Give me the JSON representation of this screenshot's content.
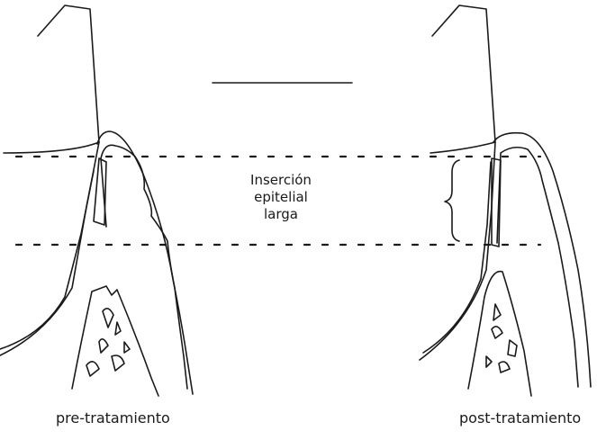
{
  "diagram": {
    "center_label": [
      "Inserción",
      "epitelial",
      "larga"
    ],
    "left_caption": "pre-tratamiento",
    "right_caption": "post-tratamiento",
    "colors": {
      "ink": "#1a1a1a",
      "background": "#ffffff"
    }
  }
}
